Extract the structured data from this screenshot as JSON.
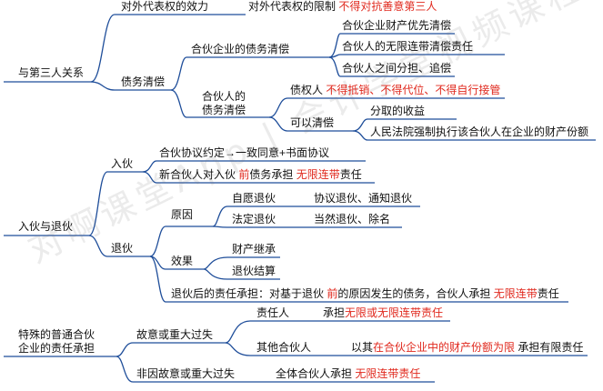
{
  "line_color": "#1f4e9a",
  "highlight_color": "#e0281d",
  "watermark": "对啊课堂App | 会计学堂视频课程",
  "nodes": {
    "third_party": "与第三人关系",
    "rep_effect": "对外代表权的效力",
    "rep_limit": "对外代表权的限制",
    "rep_limit_note": "不得对抗善意第三人",
    "debt": "债务清偿",
    "firm_debt": "合伙企业的债务清偿",
    "firm_debt_1": "合伙企业财产优先清偿",
    "firm_debt_2": "合伙人的无限连带清偿责任",
    "firm_debt_3": "合伙人之间分担、追偿",
    "partner_debt_l1": "合伙人的",
    "partner_debt_l2": "债务清偿",
    "creditor": "债权人",
    "creditor_note": "不得抵销、不得代位、不得自行接管",
    "can_repay": "可以清偿",
    "repay_1": "分取的收益",
    "repay_2": "人民法院强制执行该合伙人在企业的财产份额",
    "join_quit": "入伙与退伙",
    "join": "入伙",
    "join_1": "合伙协议约定→一致同意+书面协议",
    "join_2_a": "新合伙人对入伙",
    "join_2_b": "前",
    "join_2_c": "债务承担",
    "join_2_d": "无限连带",
    "join_2_e": "责任",
    "quit": "退伙",
    "reason": "原因",
    "vol_quit": "自愿退伙",
    "vol_quit_detail": "协议退伙、通知退伙",
    "legal_quit": "法定退伙",
    "legal_quit_detail": "当然退伙、除名",
    "effect": "效果",
    "effect_1": "财产继承",
    "effect_2": "退伙结算",
    "quit_liab_a": "退伙后的责任承担：对基于退伙",
    "quit_liab_b": "前",
    "quit_liab_c": "的原因发生的债务，合伙人承担",
    "quit_liab_d": "无限连带",
    "quit_liab_e": "责任",
    "special_l1": "特殊的普通合伙",
    "special_l2": "企业的责任承担",
    "intent": "故意或重大过失",
    "responsible": "责任人",
    "responsible_a": "承担",
    "responsible_b": "无限或无限连带责任",
    "other_partner": "其他合伙人",
    "other_a": "以其",
    "other_b": "在合伙企业中的财产份额为限",
    "other_c": "承担有限责任",
    "non_intent": "非因故意或重大过失",
    "non_intent_a": "全体合伙人承担",
    "non_intent_b": "无限连带责任"
  }
}
